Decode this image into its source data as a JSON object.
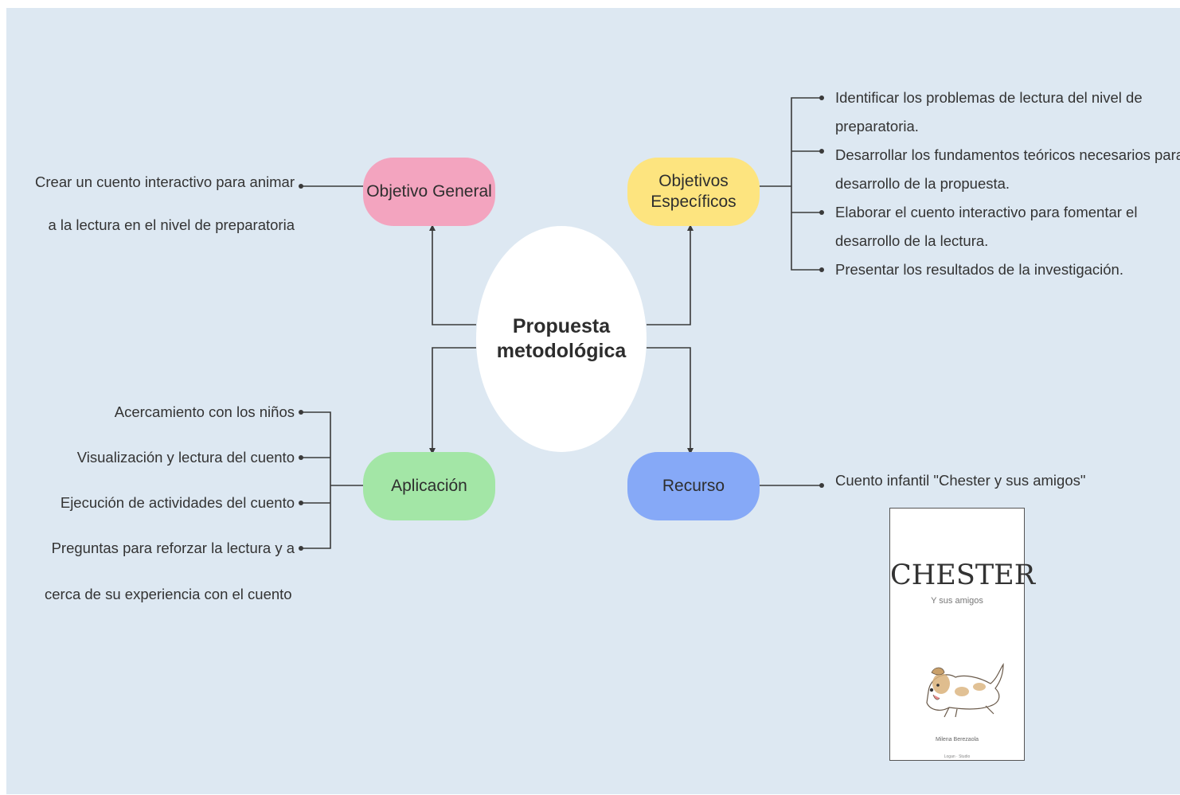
{
  "center": {
    "line1": "Propuesta",
    "line2": "metodológica"
  },
  "nodes": {
    "objetivo_general": {
      "label": "Objetivo General",
      "color": "#f3a4bf"
    },
    "objetivos_especificos": {
      "line1": "Objetivos",
      "line2": "Específicos",
      "color": "#fde47f"
    },
    "aplicacion": {
      "label": "Aplicación",
      "color": "#a3e6a6"
    },
    "recurso": {
      "label": "Recurso",
      "color": "#86a9f7"
    }
  },
  "objetivo_general_text": {
    "line1": "Crear un cuento interactivo para animar",
    "line2": "a la lectura en el nivel de preparatoria"
  },
  "objetivos_especificos_items": [
    {
      "line1": "Identificar los problemas de lectura del nivel de",
      "line2": "preparatoria."
    },
    {
      "line1": "Desarrollar los fundamentos teóricos necesarios para el",
      "line2": "desarrollo de la propuesta."
    },
    {
      "line1": "Elaborar el cuento interactivo para fomentar el",
      "line2": "desarrollo de la lectura."
    },
    {
      "line1": "Presentar los resultados de la investigación.",
      "line2": ""
    }
  ],
  "aplicacion_items": [
    "Acercamiento con los niños",
    "Visualización y lectura del cuento",
    "Ejecución de actividades del cuento",
    "Preguntas para reforzar la lectura y a"
  ],
  "aplicacion_continuation": "cerca de su experiencia con el cuento",
  "recurso_text": "Cuento infantil \"Chester y sus amigos\"",
  "book_cover": {
    "title": "CHESTER",
    "subtitle": "Y sus amigos",
    "author": "Milena Berezaola",
    "publisher": "Logan · Studio",
    "illustration": "dog-illustration"
  },
  "colors": {
    "background": "#dde8f2",
    "line": "#3a3a3a",
    "center": "#ffffff"
  }
}
